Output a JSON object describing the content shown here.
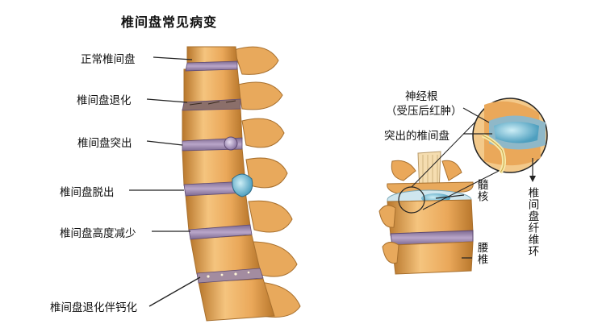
{
  "title": "椎间盘常见病变",
  "left_labels": [
    "正常椎间盘",
    "椎间盘退化",
    "椎间盘突出",
    "椎间盘脱出",
    "椎间盘高度减少",
    "椎间盘退化伴钙化"
  ],
  "right_labels": {
    "nerve_root_line1": "神经根",
    "nerve_root_line2": "（受压后红肿）",
    "protruded_disc": "突出的椎间盘",
    "nucleus": "髓核",
    "vertebra": "腰椎",
    "annulus": "椎间盘纤维环"
  },
  "colors": {
    "bone": "#f0b86a",
    "bone_dark": "#c98a3c",
    "disc": "#9c86b0",
    "nucleus": "#7ac8d8"
  }
}
